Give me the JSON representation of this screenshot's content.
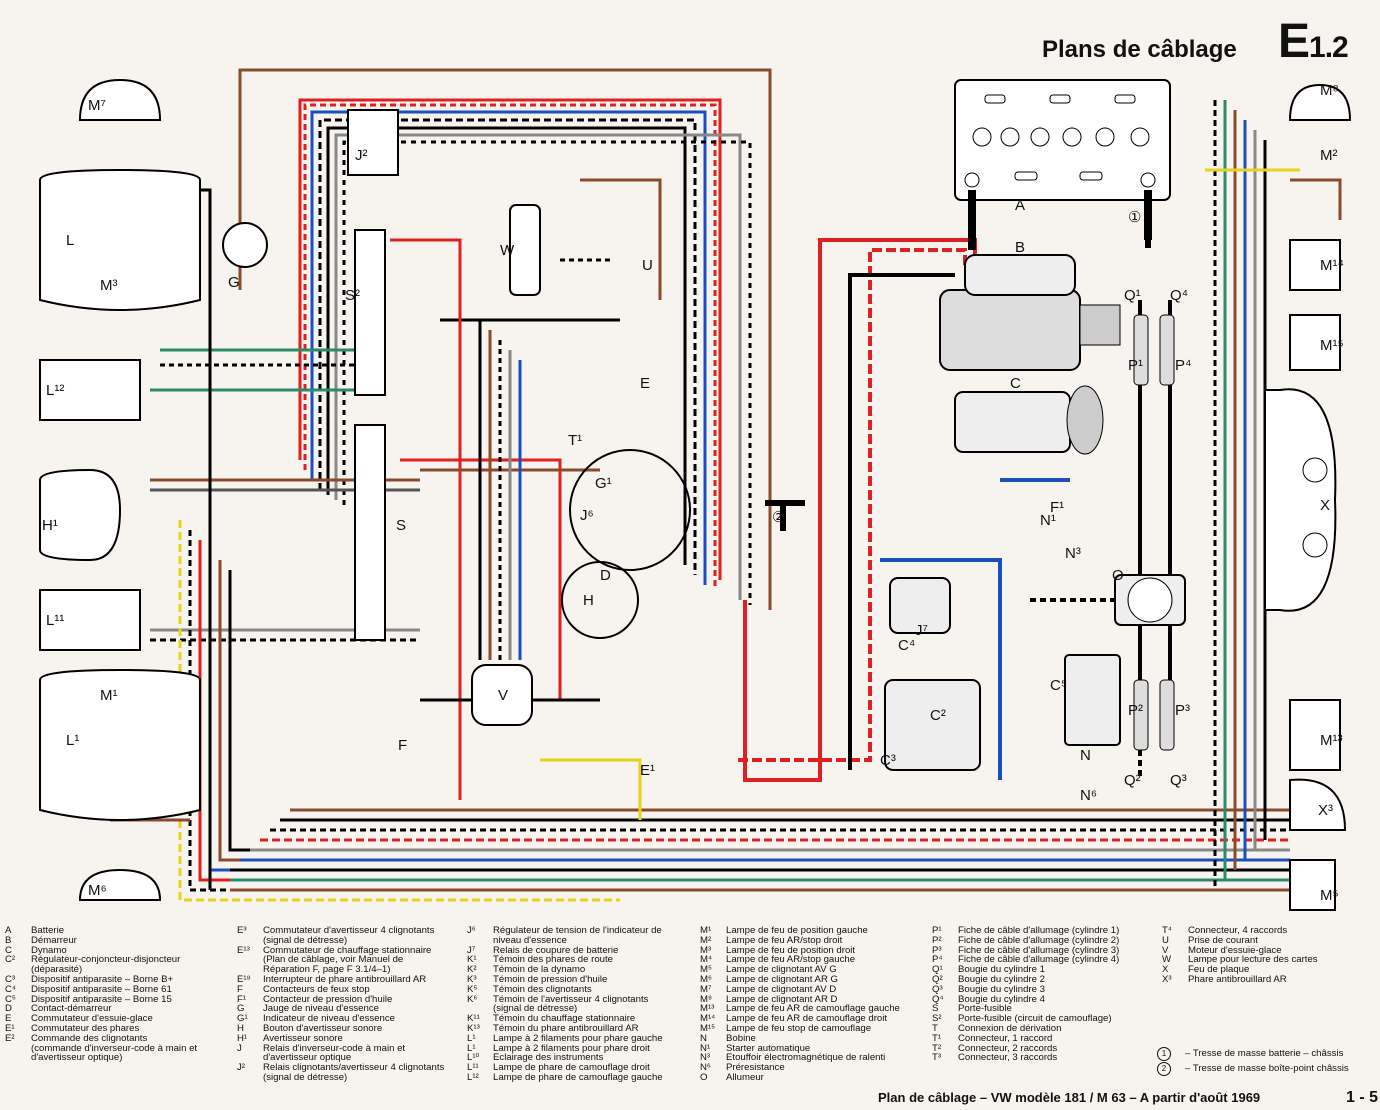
{
  "header": {
    "title": "Plans de câblage",
    "code_letter": "E",
    "code_number": "1.2"
  },
  "footer": {
    "caption": "Plan de câblage – VW modèle 181 / M 63 – A partir d'août 1969",
    "page": "1 - 5"
  },
  "diagram_labels": {
    "battery": "A",
    "starter": "B",
    "dynamo": "C",
    "regulator": "C²",
    "ignition_switch": "D",
    "wiper_switch": "E",
    "headlight_switch": "E¹",
    "stoplight_switch": "F",
    "oil_pressure_switch": "F¹",
    "fuel_gauge": "G",
    "fuel_gauge_indicator": "G¹",
    "horn_button": "H",
    "horn": "H¹",
    "relay_J2": "J²",
    "relay_J6": "J⁶",
    "relay_J7": "J⁷",
    "coil": "N",
    "distributor": "O",
    "fuse_box": "S",
    "fuse_box_2": "S²",
    "connector_T1": "T¹",
    "socket": "U",
    "plate_light": "X",
    "wiper_motor": "W",
    "fog_lamp": "X³",
    "headlamp_left": "L",
    "headlamp_right": "L¹",
    "lamp_L11": "L¹¹",
    "lamp_L12": "L¹²",
    "lamp_M1": "M¹",
    "lamp_M2": "M²",
    "lamp_M3": "M³",
    "lamp_M6": "M⁶",
    "lamp_M7": "M⁷",
    "lamp_M8": "M⁸",
    "lamp_M13": "M¹³",
    "lamp_M14": "M¹⁴",
    "lamp_M15": "M¹⁵",
    "lamp_M5": "M⁵",
    "motor_V": "V",
    "ground_1": "①",
    "ground_2": "②",
    "plug_P1": "P¹",
    "plug_P2": "P²",
    "plug_P3": "P³",
    "plug_P4": "P⁴",
    "spark_Q1": "Q¹",
    "spark_Q2": "Q²",
    "spark_Q3": "Q³",
    "spark_Q4": "Q⁴",
    "choke_N1": "N¹",
    "valve_N3": "N³",
    "resistor_N6": "N⁶",
    "capacitor_C4": "C⁴",
    "capacitor_C5": "C⁵",
    "capacitor_C3": "C³"
  },
  "legend_columns": [
    [
      {
        "key": "A",
        "text": "Batterie"
      },
      {
        "key": "B",
        "text": "Démarreur"
      },
      {
        "key": "C",
        "text": "Dynamo"
      },
      {
        "key": "C²",
        "text": "Régulateur-conjoncteur-disjoncteur"
      },
      {
        "key": "",
        "text": "(déparasité)"
      },
      {
        "key": "C³",
        "text": "Dispositif antiparasite – Borne B+"
      },
      {
        "key": "C⁴",
        "text": "Dispositif antiparasite – Borne 61"
      },
      {
        "key": "C⁵",
        "text": "Dispositif antiparasite – Borne 15"
      },
      {
        "key": "D",
        "text": "Contact-démarreur"
      },
      {
        "key": "E",
        "text": "Commutateur d'essuie-glace"
      },
      {
        "key": "E¹",
        "text": "Commutateur des phares"
      },
      {
        "key": "E²",
        "text": "Commande des clignotants"
      },
      {
        "key": "",
        "text": "(commande d'inverseur-code à main et"
      },
      {
        "key": "",
        "text": "d'avertisseur optique)"
      }
    ],
    [
      {
        "key": "E³",
        "text": "Commutateur d'avertisseur 4 clignotants"
      },
      {
        "key": "",
        "text": "(signal de détresse)"
      },
      {
        "key": "E¹³",
        "text": "Commutateur de chauffage stationnaire"
      },
      {
        "key": "",
        "text": "(Plan de câblage, voir Manuel de"
      },
      {
        "key": "",
        "text": "Réparation F, page F 3.1/4–1)"
      },
      {
        "key": "E¹⁸",
        "text": "Interrupteur de phare antibrouillard AR"
      },
      {
        "key": "F",
        "text": "Contacteurs de feux stop"
      },
      {
        "key": "F¹",
        "text": "Contacteur de pression d'huile"
      },
      {
        "key": "G",
        "text": "Jauge de niveau d'essence"
      },
      {
        "key": "G¹",
        "text": "Indicateur de niveau d'essence"
      },
      {
        "key": "H",
        "text": "Bouton d'avertisseur sonore"
      },
      {
        "key": "H¹",
        "text": "Avertisseur sonore"
      },
      {
        "key": "J",
        "text": "Relais d'inverseur-code à main et"
      },
      {
        "key": "",
        "text": "d'avertisseur optique"
      },
      {
        "key": "J²",
        "text": "Relais clignotants/avertisseur 4 clignotants"
      },
      {
        "key": "",
        "text": "(signal de détresse)"
      }
    ],
    [
      {
        "key": "J⁶",
        "text": "Régulateur de tension de l'indicateur de"
      },
      {
        "key": "",
        "text": "niveau d'essence"
      },
      {
        "key": "J⁷",
        "text": "Relais de coupure de batterie"
      },
      {
        "key": "K¹",
        "text": "Témoin des phares de route"
      },
      {
        "key": "K²",
        "text": "Témoin de la dynamo"
      },
      {
        "key": "K³",
        "text": "Témoin de pression d'huile"
      },
      {
        "key": "K⁵",
        "text": "Témoin des clignotants"
      },
      {
        "key": "K⁶",
        "text": "Témoin de l'avertisseur 4 clignotants"
      },
      {
        "key": "",
        "text": "(signal de détresse)"
      },
      {
        "key": "K¹¹",
        "text": "Témoin du chauffage stationnaire"
      },
      {
        "key": "K¹³",
        "text": "Témoin du phare antibrouillard AR"
      },
      {
        "key": "L¹",
        "text": "Lampe à 2 filaments pour phare gauche"
      },
      {
        "key": "L¹",
        "text": "Lampe à 2 filaments pour phare droit"
      },
      {
        "key": "L¹⁰",
        "text": "Eclairage des instruments"
      },
      {
        "key": "L¹¹",
        "text": "Lampe de phare de camouflage droit"
      },
      {
        "key": "L¹²",
        "text": "Lampe de phare de camouflage gauche"
      }
    ],
    [
      {
        "key": "M¹",
        "text": "Lampe de feu de position gauche"
      },
      {
        "key": "M²",
        "text": "Lampe de feu AR/stop droit"
      },
      {
        "key": "M³",
        "text": "Lampe de feu de position droit"
      },
      {
        "key": "M⁴",
        "text": "Lampe de feu AR/stop gauche"
      },
      {
        "key": "M⁵",
        "text": "Lampe de clignotant AV G"
      },
      {
        "key": "M⁶",
        "text": "Lampe de clignotant AR G"
      },
      {
        "key": "M⁷",
        "text": "Lampe de clignotant AV D"
      },
      {
        "key": "M⁸",
        "text": "Lampe de clignotant AR D"
      },
      {
        "key": "M¹³",
        "text": "Lampe de feu AR de camouflage gauche"
      },
      {
        "key": "M¹⁴",
        "text": "Lampe de feu AR de camouflage droit"
      },
      {
        "key": "M¹⁵",
        "text": "Lampe de feu stop de camouflage"
      },
      {
        "key": "N",
        "text": "Bobine"
      },
      {
        "key": "N¹",
        "text": "Starter automatique"
      },
      {
        "key": "N³",
        "text": "Etouffoir électromagnétique de ralenti"
      },
      {
        "key": "N⁶",
        "text": "Préresistance"
      },
      {
        "key": "O",
        "text": "Allumeur"
      }
    ],
    [
      {
        "key": "P¹",
        "text": "Fiche de câble d'allumage (cylindre 1)"
      },
      {
        "key": "P²",
        "text": "Fiche de câble d'allumage (cylindre 2)"
      },
      {
        "key": "P³",
        "text": "Fiche de câble d'allumage (cylindre 3)"
      },
      {
        "key": "P⁴",
        "text": "Fiche de câble d'allumage (cylindre 4)"
      },
      {
        "key": "Q¹",
        "text": "Bougie du cylindre 1"
      },
      {
        "key": "Q²",
        "text": "Bougie du cylindre 2"
      },
      {
        "key": "Q³",
        "text": "Bougie du cylindre 3"
      },
      {
        "key": "Q⁴",
        "text": "Bougie du cylindre 4"
      },
      {
        "key": "S",
        "text": "Porte-fusible"
      },
      {
        "key": "S²",
        "text": "Porte-fusible (circuit de camouflage)"
      },
      {
        "key": "T",
        "text": "Connexion de dérivation"
      },
      {
        "key": "T¹",
        "text": "Connecteur, 1 raccord"
      },
      {
        "key": "T²",
        "text": "Connecteur, 2 raccords"
      },
      {
        "key": "T³",
        "text": "Connecteur, 3 raccords"
      }
    ],
    [
      {
        "key": "T⁴",
        "text": "Connecteur, 4 raccords"
      },
      {
        "key": "U",
        "text": "Prise de courant"
      },
      {
        "key": "V",
        "text": "Moteur d'essuie-glace"
      },
      {
        "key": "W",
        "text": "Lampe pour lecture des cartes"
      },
      {
        "key": "X",
        "text": "Feu de plaque"
      },
      {
        "key": "X³",
        "text": "Phare antibrouillard AR"
      }
    ]
  ],
  "ground_legend": [
    {
      "key": "1",
      "text": "– Tresse de masse batterie – châssis"
    },
    {
      "key": "2",
      "text": "– Tresse de masse boîte-point châssis"
    }
  ]
}
